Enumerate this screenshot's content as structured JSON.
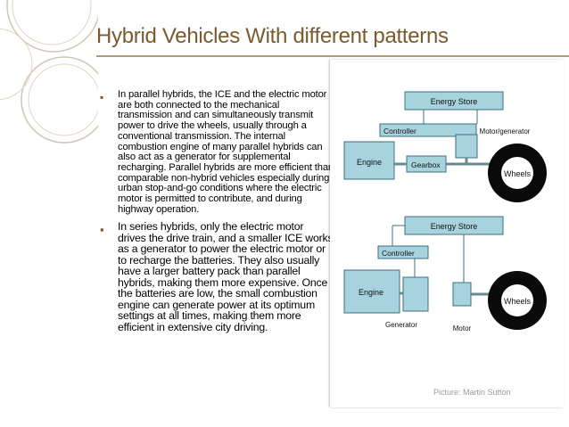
{
  "slide": {
    "title": "Hybrid Vehicles With different patterns",
    "bullets": [
      {
        "text": "In parallel hybrids, the ICE and the electric motor are both connected to the mechanical transmission and can simultaneously transmit power to drive the wheels, usually through a conventional transmission. The internal combustion engine of many parallel hybrids can also act as a generator for supplemental recharging. Parallel hybrids are more efficient than comparable non-hybrid vehicles especially during urban stop-and-go conditions where the electric motor is permitted to contribute, and during highway operation."
      },
      {
        "text": "In series hybrids, only the electric motor drives the drive train, and a smaller ICE works as a generator to power the electric motor or to recharge the batteries. They also usually have a larger battery pack than parallel hybrids, making them more expensive. Once the batteries are low, the small combustion engine can generate power at its optimum settings at all times, making them more efficient in extensive city driving."
      }
    ]
  },
  "figure": {
    "parallel": {
      "energy_store": "Energy Store",
      "controller": "Controller",
      "motor_generator": "Motor/generator",
      "engine": "Engine",
      "gearbox": "Gearbox",
      "wheels": "Wheels"
    },
    "series": {
      "energy_store": "Energy Store",
      "controller": "Controller",
      "engine": "Engine",
      "generator": "Generator",
      "motor": "Motor",
      "wheels": "Wheels"
    },
    "credit": "Picture: Martin Sutton"
  },
  "colors": {
    "title": "#7a5b2e",
    "box_fill": "#a7d3de",
    "box_stroke": "#3e6f80",
    "wheel": "#0a0a0a",
    "shaft": "#6a8a93"
  }
}
